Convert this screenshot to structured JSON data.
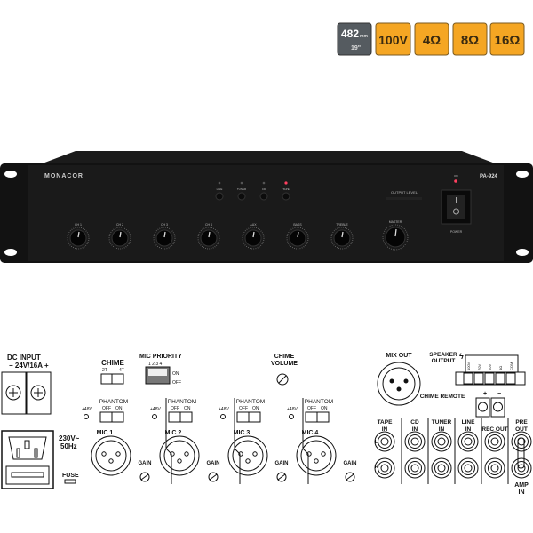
{
  "badges": {
    "size": "482",
    "size_unit": "mm",
    "size_sub": "19\"",
    "voltage": "100V",
    "ohm4": "4Ω",
    "ohm8": "8Ω",
    "ohm16": "16Ω",
    "colors": {
      "orange": "#f5a623",
      "grey": "#555b60"
    }
  },
  "front_panel": {
    "brand": "MONACOR",
    "model": "PA-924",
    "source_buttons": [
      "LINE",
      "TUNER",
      "CD",
      "TAPE"
    ],
    "active_source": "TAPE",
    "output_level_label": "OUTPUT LEVEL",
    "on_label": "ON",
    "knobs": [
      "CH 1",
      "CH 2",
      "CH 3",
      "CH 4",
      "AUX",
      "BASS",
      "TREBLE",
      "MASTER"
    ],
    "power_label": "POWER",
    "led_color": "#ff4060"
  },
  "rear_panel": {
    "dc_input": "DC INPUT",
    "dc_rating": "− 24V/16A +",
    "mains": [
      "230V~",
      "50Hz"
    ],
    "fuse": "FUSE",
    "chime": "CHIME",
    "chime_opts": [
      "2T",
      "4T"
    ],
    "mic_priority": "MIC PRIORITY",
    "mic_priority_nums": "1 2 3 4",
    "dip_on": "ON",
    "dip_off": "OFF",
    "chime_volume": [
      "CHIME",
      "VOLUME"
    ],
    "phantom": "PHANTOM",
    "phantom_off": "OFF",
    "phantom_on": "ON",
    "plus48": "+48V",
    "gain": "GAIN",
    "mics": [
      "MIC 1",
      "MIC 2",
      "MIC 3",
      "MIC 4"
    ],
    "mix_out": "MIX OUT",
    "speaker_output": [
      "SPEAKER",
      "OUTPUT"
    ],
    "speaker_terminals": [
      "100V",
      "70V",
      "50V",
      "4Ω",
      "COM"
    ],
    "chime_remote": "CHIME REMOTE",
    "chime_remote_polarity": [
      "+",
      "−"
    ],
    "rca": [
      {
        "top": "TAPE",
        "bottom": "IN"
      },
      {
        "top": "CD",
        "bottom": "IN"
      },
      {
        "top": "TUNER",
        "bottom": "IN"
      },
      {
        "top": "LINE",
        "bottom": "IN"
      },
      {
        "top": "",
        "bottom": "REC OUT"
      },
      {
        "top": "PRE",
        "bottom": "OUT"
      }
    ],
    "channel_l": "L",
    "channel_r": "R",
    "amp_in": [
      "AMP",
      "IN"
    ]
  }
}
